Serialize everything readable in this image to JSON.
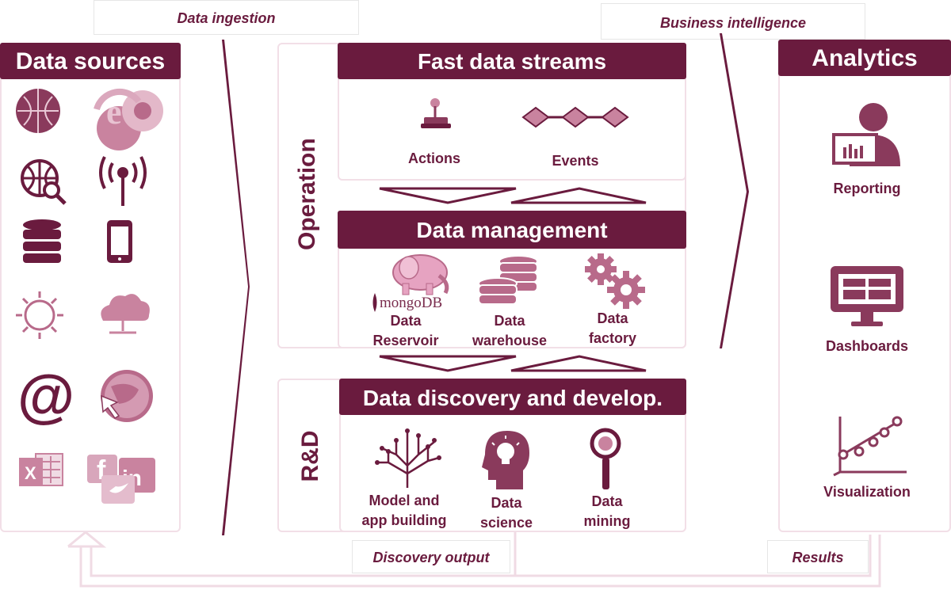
{
  "tabs": {
    "data_ingestion": "Data ingestion",
    "business_intelligence": "Business intelligence",
    "discovery_output": "Discovery output",
    "results": "Results"
  },
  "sources": {
    "title": "Data sources",
    "icons": [
      "globe-icon",
      "browser-logos-icon",
      "web-search-icon",
      "antenna-icon",
      "database-icon",
      "mobile-phone-icon",
      "sun-icon",
      "cloud-network-icon",
      "at-sign-icon",
      "globe-cursor-icon",
      "excel-icon",
      "social-media-icon"
    ]
  },
  "operation_label": "Operation",
  "rd_label": "R&D",
  "streams": {
    "title": "Fast data streams",
    "actions": "Actions",
    "events": "Events"
  },
  "management": {
    "title": "Data management",
    "mongo": "mongoDB",
    "reservoir": [
      "Data",
      "Reservoir"
    ],
    "warehouse": [
      "Data",
      "warehouse"
    ],
    "factory": [
      "Data",
      "factory"
    ]
  },
  "discovery": {
    "title": "Data discovery and develop.",
    "model": [
      "Model and",
      "app building"
    ],
    "science": [
      "Data",
      "science"
    ],
    "mining": [
      "Data",
      "mining"
    ]
  },
  "analytics": {
    "title": "Analytics",
    "reporting": "Reporting",
    "dashboards": "Dashboards",
    "visualization": "Visualization"
  },
  "colors": {
    "primary": "#6a1b3e",
    "light": "#c97a9a",
    "border": "#f2dfe7"
  }
}
